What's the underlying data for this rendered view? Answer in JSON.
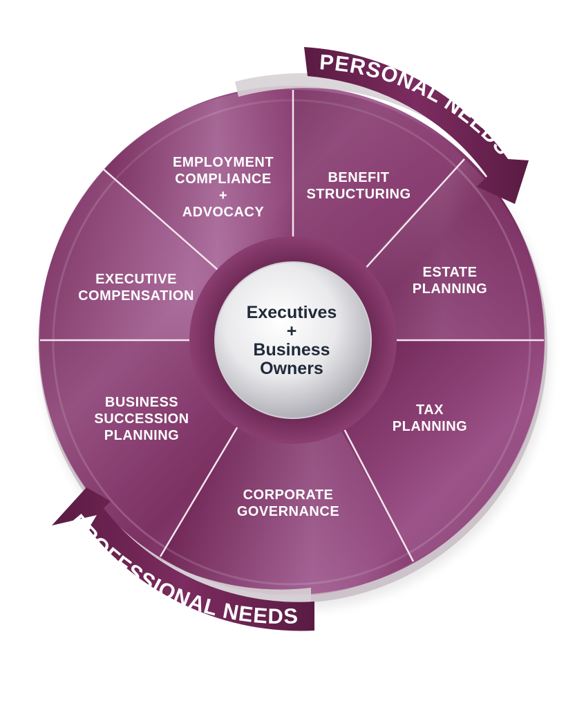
{
  "center": {
    "line1": "Executives",
    "line2": "+",
    "line3": "Business",
    "line4": "Owners"
  },
  "arrows": {
    "top": "PERSONAL NEEDS",
    "bottom": "PROFESSIONAL NEEDS"
  },
  "segments": [
    {
      "lines": [
        "EMPLOYMENT",
        "COMPLIANCE",
        "+",
        "ADVOCACY"
      ]
    },
    {
      "lines": [
        "BENEFIT",
        "STRUCTURING"
      ]
    },
    {
      "lines": [
        "ESTATE",
        "PLANNING"
      ]
    },
    {
      "lines": [
        "TAX",
        "PLANNING"
      ]
    },
    {
      "lines": [
        "CORPORATE",
        "GOVERNANCE"
      ]
    },
    {
      "lines": [
        "BUSINESS",
        "SUCCESSION",
        "PLANNING"
      ]
    },
    {
      "lines": [
        "EXECUTIVE",
        "COMPENSATION"
      ]
    }
  ],
  "colors": {
    "primary": "#7a2a5e",
    "dark": "#4f1838",
    "light": "#b27aa6",
    "divider": "#f3e6ef",
    "center_text": "#1f2a3a"
  }
}
